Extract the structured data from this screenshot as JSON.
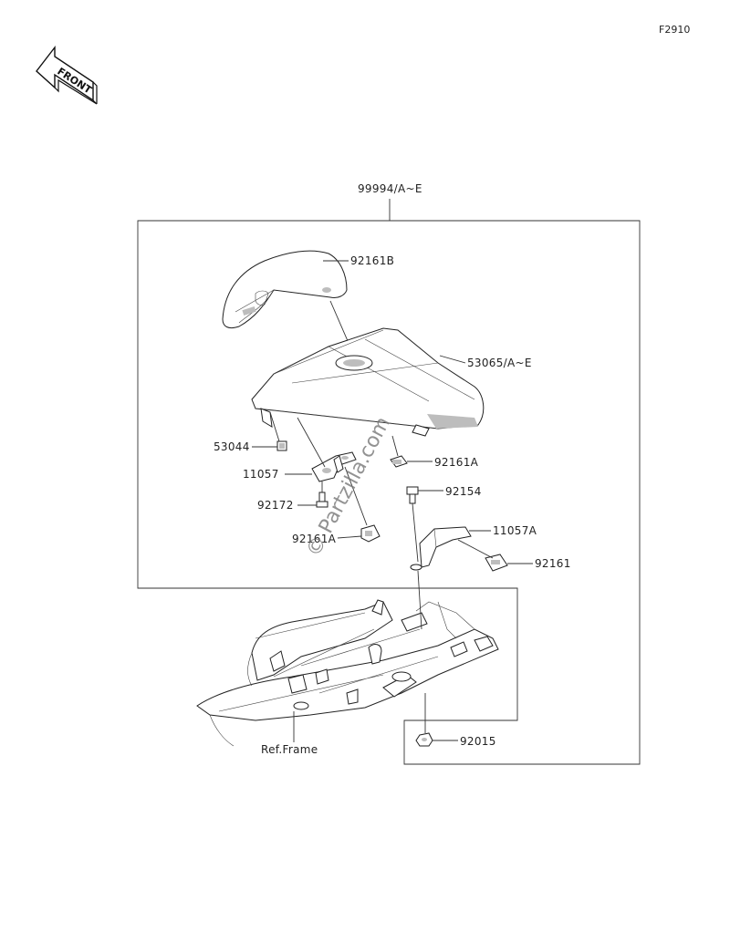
{
  "figure_code": "F2910",
  "front_label": "FRONT",
  "watermark": "© Partzilla.com",
  "parts": [
    {
      "id": "assembly",
      "label": "99994/A~E"
    },
    {
      "id": "seat-cover-pad",
      "label": "92161B"
    },
    {
      "id": "seat-cowl",
      "label": "53065/A~E"
    },
    {
      "id": "nut-53044",
      "label": "53044"
    },
    {
      "id": "damper-92161a",
      "label": "92161A"
    },
    {
      "id": "bracket-11057",
      "label": "11057"
    },
    {
      "id": "bolt-92154",
      "label": "92154"
    },
    {
      "id": "bolt-92172",
      "label": "92172"
    },
    {
      "id": "bracket-11057a",
      "label": "11057A"
    },
    {
      "id": "damper-lower-a",
      "label": "92161A"
    },
    {
      "id": "damper-92161",
      "label": "92161"
    },
    {
      "id": "nut-92015",
      "label": "92015"
    },
    {
      "id": "ref-frame",
      "label": "Ref.Frame"
    }
  ]
}
